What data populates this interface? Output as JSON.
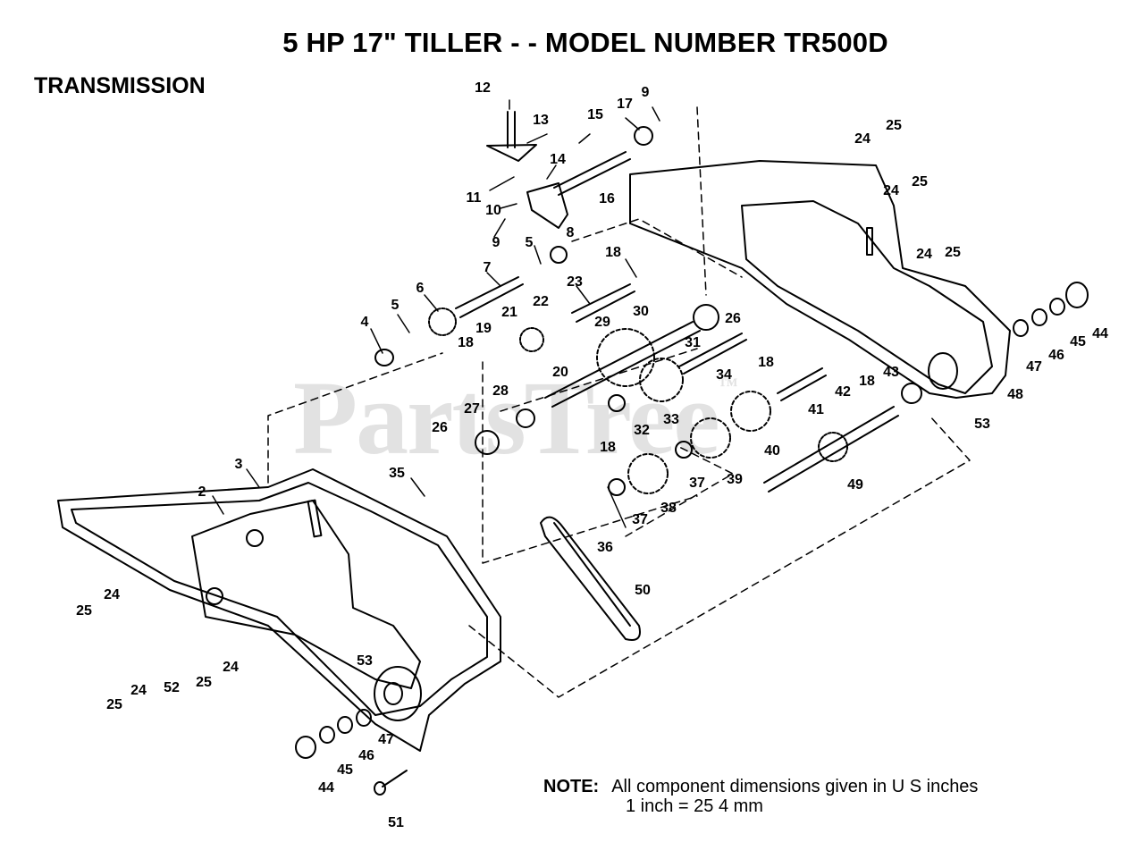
{
  "title": "5 HP 17\" TILLER - - MODEL NUMBER TR500D",
  "section": "TRANSMISSION",
  "watermark": "PartsTree",
  "note": {
    "label": "NOTE:",
    "line1": "All component dimensions given in U S  inches",
    "line2": "1 inch = 25 4 mm"
  },
  "parts": [
    "2",
    "3",
    "4",
    "5",
    "6",
    "7",
    "8",
    "9",
    "10",
    "11",
    "12",
    "13",
    "14",
    "15",
    "16",
    "17",
    "18",
    "19",
    "20",
    "21",
    "22",
    "23",
    "24",
    "25",
    "26",
    "27",
    "28",
    "29",
    "30",
    "31",
    "32",
    "33",
    "34",
    "35",
    "36",
    "37",
    "38",
    "39",
    "40",
    "41",
    "42",
    "43",
    "44",
    "45",
    "46",
    "47",
    "48",
    "49",
    "50",
    "51",
    "52",
    "53"
  ]
}
